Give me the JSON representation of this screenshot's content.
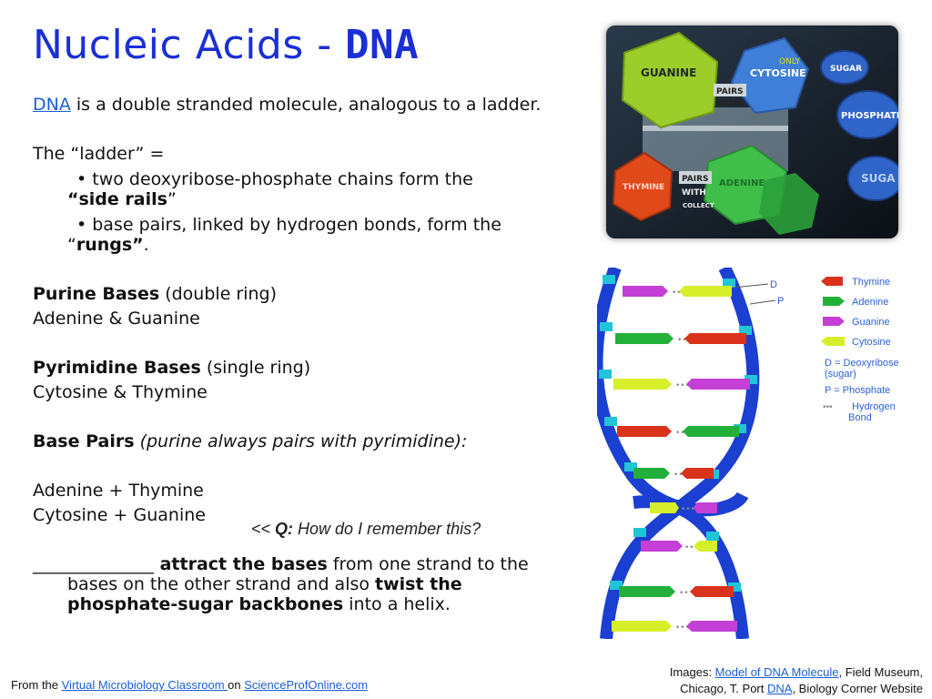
{
  "slide": {
    "title_plain": "Nucleic Acids - ",
    "title_strong": "DNA",
    "intro_link": "DNA",
    "intro_rest": " is a double stranded molecule, analogous to a ladder.",
    "ladder_label": "The “ladder” =",
    "bullet1_pre": "• two deoxyribose-phosphate chains form the ",
    "bullet1_strong": "“side rails",
    "bullet1_post": "”",
    "bullet2_pre": "• base pairs, linked by hydrogen bonds, form the “",
    "bullet2_strong": "rungs”",
    "bullet2_post": ".",
    "purine_label": "Purine Bases",
    "purine_desc": " (double ring)",
    "purine_list": "Adenine & Guanine",
    "pyrimidine_label": "Pyrimidine Bases",
    "pyrimidine_desc": " (single ring)",
    "pyrimidine_list": "Cytosine & Thymine",
    "pairs_label": "Base Pairs",
    "pairs_desc": " (purine always pairs with pyrimidine):",
    "pair1": "Adenine + Thymine",
    "pair2": "Cytosine + Guanine",
    "q_prefix": "<< ",
    "q_label": "Q:",
    "q_text": " How do I remember this?",
    "blank": "______________",
    "blank_strong1": " attract the bases",
    "blank_mid": " from one strand to the bases on the other strand and also ",
    "blank_strong2": "twist the phosphate-sugar backbones",
    "blank_end": " into a helix."
  },
  "footer": {
    "left_pre": "From the ",
    "left_link1": "Virtual Microbiology Classroom ",
    "left_mid": "on ",
    "left_link2": "ScienceProfOnline.com",
    "right_pre": "Images: ",
    "right_link1": "Model of DNA Molecule",
    "right_mid": ", Field Museum,",
    "right_line2_pre": "Chicago, T. Port ",
    "right_link2": "DNA",
    "right_end": ", Biology Corner Website"
  },
  "photo": {
    "labels": [
      "GUANINE",
      "CYTOSINE",
      "PAIRS",
      "WITH",
      "PHOSPHATE",
      "SUGAR",
      "THYMINE",
      "ADENINE",
      "PAIRS",
      "WITH",
      "SUGA",
      "ONLY",
      "COLLECT"
    ]
  },
  "diagram": {
    "labels": {
      "d": "D",
      "p": "P"
    },
    "legend": [
      {
        "name": "Thymine",
        "color": "#d9331c"
      },
      {
        "name": "Adenine",
        "color": "#22b03a"
      },
      {
        "name": "Guanine",
        "color": "#c43fd6"
      },
      {
        "name": "Cytosine",
        "color": "#d6ef2a"
      }
    ],
    "notes": {
      "deoxy_line1": "D = Deoxyribose",
      "deoxy_line2": "(sugar)",
      "phosphate": "P = Phosphate",
      "hbond_line1": "Hydrogen",
      "hbond_line2": "Bond"
    },
    "colors": {
      "backbone": "#1b3fd0",
      "phosphate_rung": "#22c4d8",
      "text": "#2b5fd6"
    }
  }
}
